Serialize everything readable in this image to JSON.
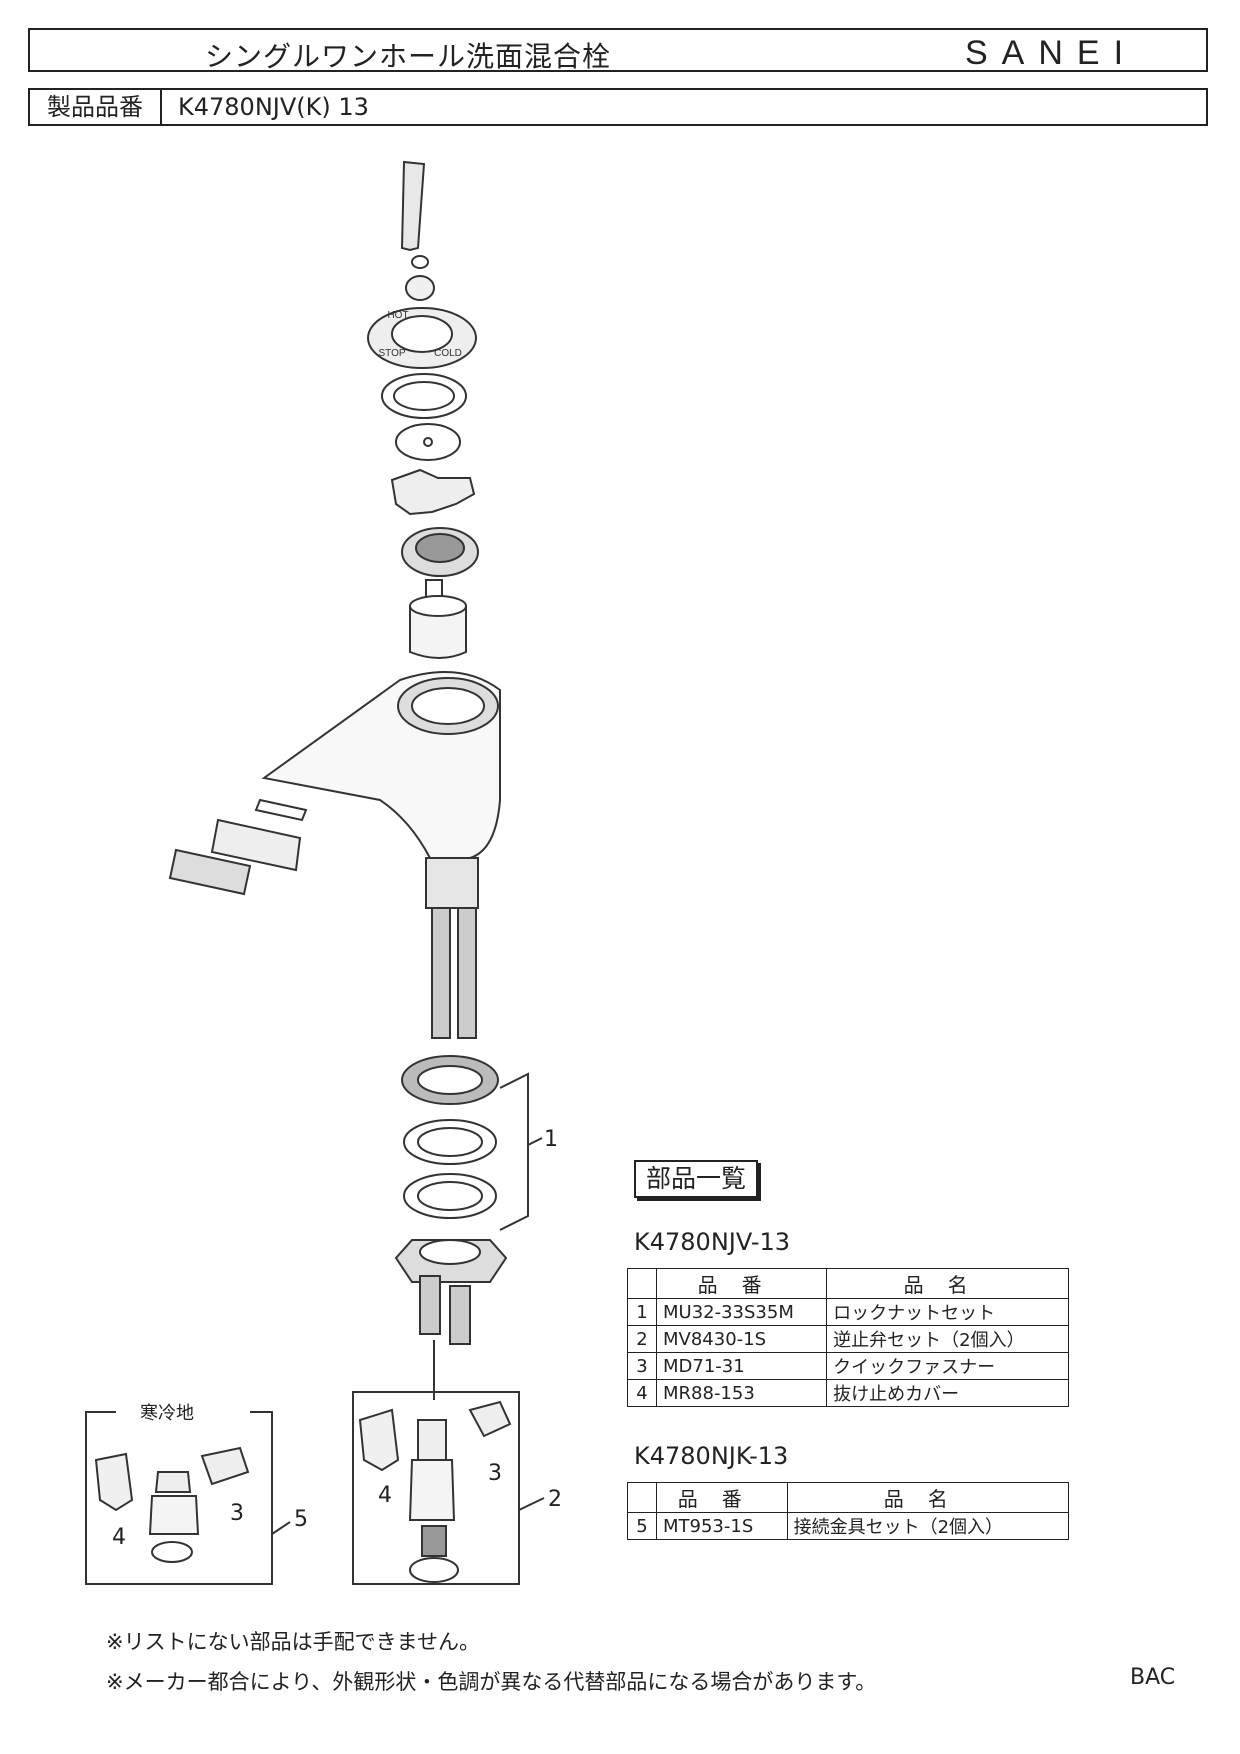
{
  "header": {
    "title": "シングルワンホール洗面混合栓",
    "brand": "SANEI",
    "code_label": "製品品番",
    "code_value": "K4780NJV(K) 13"
  },
  "diagram": {
    "callouts": [
      "1",
      "2",
      "3",
      "4",
      "3",
      "4",
      "5"
    ],
    "cold_region_label": "寒冷地",
    "dial_labels": [
      "HOT",
      "STOP",
      "COLD"
    ]
  },
  "parts": {
    "heading": "部品一覧",
    "tables": [
      {
        "model": "K4780NJV-13",
        "headers": [
          "",
          "品番",
          "品名"
        ],
        "rows": [
          {
            "no": "1",
            "code": "MU32-33S35M",
            "name": "ロックナットセット"
          },
          {
            "no": "2",
            "code": "MV8430-1S",
            "name": "逆止弁セット（2個入）"
          },
          {
            "no": "3",
            "code": "MD71-31",
            "name": "クイックファスナー"
          },
          {
            "no": "4",
            "code": "MR88-153",
            "name": "抜け止めカバー"
          }
        ]
      },
      {
        "model": "K4780NJK-13",
        "headers": [
          "",
          "品番",
          "品名"
        ],
        "rows": [
          {
            "no": "5",
            "code": "MT953-1S",
            "name": "接続金具セット（2個入）"
          }
        ]
      }
    ]
  },
  "notes": [
    "※リストにない部品は手配できません。",
    "※メーカー都合により、外観形状・色調が異なる代替部品になる場合があります。"
  ],
  "footer_code": "BAC"
}
